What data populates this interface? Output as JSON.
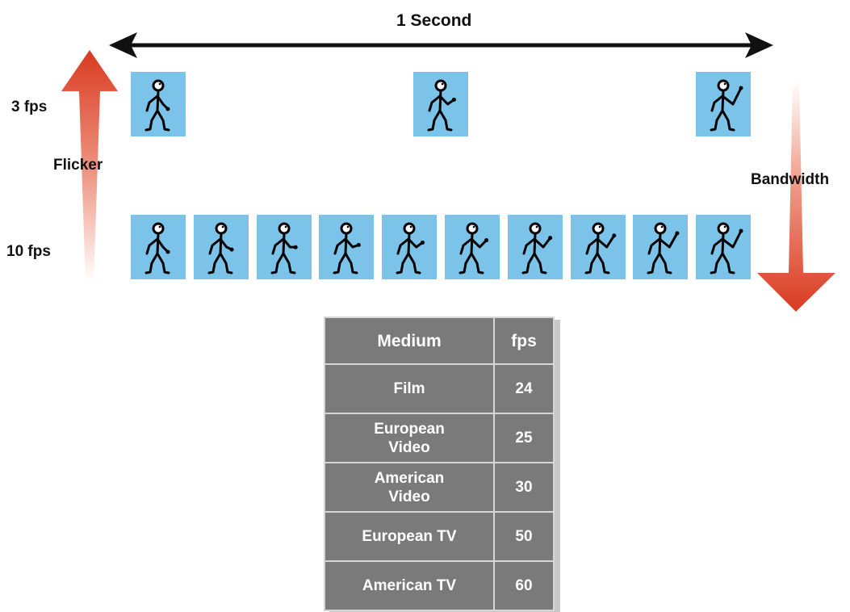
{
  "duration_label": "1 Second",
  "row_labels": {
    "slow": "3 fps",
    "fast": "10 fps"
  },
  "axis_labels": {
    "up": "Flicker",
    "down": "Bandwidth"
  },
  "colors": {
    "frame": "#7cc3ea",
    "arrow": "#d93a21",
    "table_bg": "#7a7a7a"
  },
  "slow_frame_count": 3,
  "fast_frame_count": 10,
  "icons": {
    "frame_figure": "stick-figure-waving"
  },
  "table": {
    "headers": [
      "Medium",
      "fps"
    ],
    "rows": [
      {
        "medium": "Film",
        "fps": "24"
      },
      {
        "medium": "European\nVideo",
        "fps": "25"
      },
      {
        "medium": "American\nVideo",
        "fps": "30"
      },
      {
        "medium": "European TV",
        "fps": "50"
      },
      {
        "medium": "American TV",
        "fps": "60"
      }
    ]
  }
}
